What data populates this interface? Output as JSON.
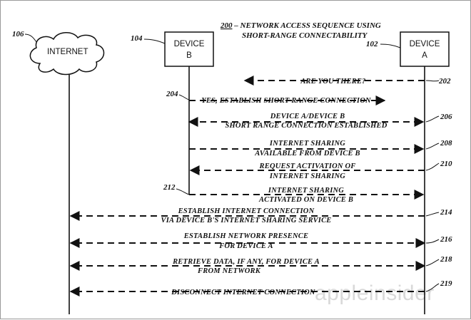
{
  "title": {
    "ref": "200",
    "line1": " – NETWORK ACCESS SEQUENCE USING",
    "line2": "SHORT-RANGE CONNECTABILITY"
  },
  "entities": {
    "internet": {
      "label": "INTERNET",
      "ref": "106"
    },
    "device_b": {
      "line1": "DEVICE",
      "line2": "B",
      "ref": "104"
    },
    "device_a": {
      "line1": "DEVICE",
      "line2": "A",
      "ref": "102"
    }
  },
  "messages": [
    {
      "ref": "202",
      "lines": [
        "ARE YOU THERE?"
      ],
      "from": "device_a",
      "to": "device_b"
    },
    {
      "ref": "204",
      "lines": [
        "YES, ESTABLISH SHORT RANGE CONNECTION"
      ],
      "from": "device_b",
      "to": "device_a"
    },
    {
      "ref": "206",
      "lines": [
        "DEVICE A/DEVICE B",
        "SHORT RANGE CONNECTION ESTABLISHED"
      ],
      "from": "device_b",
      "to": "device_a",
      "bidirectional": true
    },
    {
      "ref": "208",
      "lines": [
        "INTERNET SHARING",
        "AVAILABLE FROM DEVICE B"
      ],
      "from": "device_b",
      "to": "device_a"
    },
    {
      "ref": "210",
      "lines": [
        "REQUEST ACTIVATION OF",
        "INTERNET SHARING"
      ],
      "from": "device_a",
      "to": "device_b"
    },
    {
      "ref": "212",
      "lines": [
        "INTERNET SHARING",
        "ACTIVATED ON DEVICE B"
      ],
      "from": "device_b",
      "to": "device_a"
    },
    {
      "ref": "214",
      "lines": [
        "ESTABLISH INTERNET CONNECTION",
        "VIA DEVICE B'S INTERNET SHARING SERVICE"
      ],
      "from": "device_a",
      "to": "internet"
    },
    {
      "ref": "216",
      "lines": [
        "ESTABLISH NETWORK PRESENCE",
        "FOR DEVICE A"
      ],
      "from": "device_a",
      "to": "internet",
      "bidirectional": true
    },
    {
      "ref": "218",
      "lines": [
        "RETRIEVE DATA, IF ANY, FOR DEVICE A",
        "FROM NETWORK"
      ],
      "from": "device_a",
      "to": "internet",
      "bidirectional": true
    },
    {
      "ref": "219",
      "lines": [
        "DISCONNECT INTERNET CONNECTION"
      ],
      "from": "device_a",
      "to": "internet"
    }
  ],
  "watermark": "appleinsider"
}
